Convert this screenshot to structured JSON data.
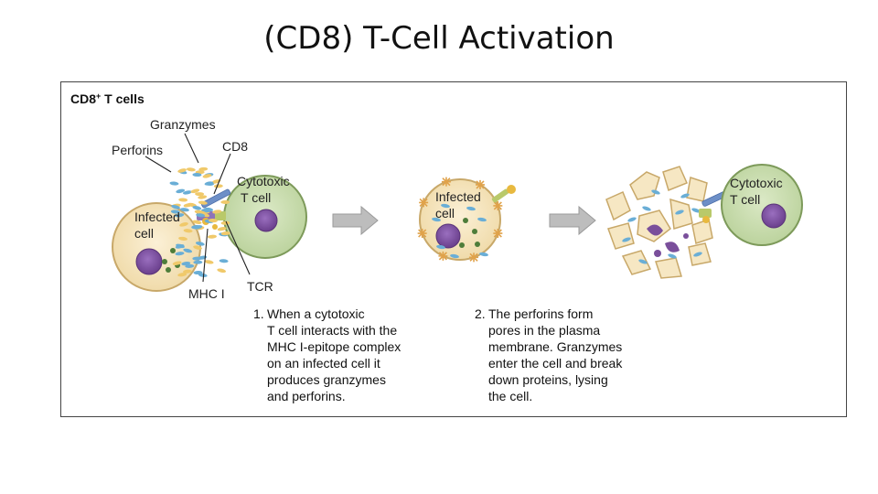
{
  "slide": {
    "title": "(CD8) T-Cell Activation"
  },
  "figure": {
    "heading_main": "CD8",
    "heading_sup": "+",
    "heading_rest": " T cells",
    "labels": {
      "granzymes": "Granzymes",
      "perforins": "Perforins",
      "cd8": "CD8",
      "cytotoxic_line1": "Cytotoxic",
      "cytotoxic_line2": "T cell",
      "infected_line1": "Infected",
      "infected_line2": "cell",
      "tcr": "TCR",
      "mhc": "MHC I"
    },
    "step1": {
      "number": "1.",
      "lines": [
        "When a cytotoxic",
        "T cell interacts with the",
        "MHC I-epitope complex",
        "on an infected cell it",
        "produces granzymes",
        "and perforins."
      ]
    },
    "step2": {
      "number": "2.",
      "lines": [
        "The perforins form",
        "pores in the plasma",
        "membrane. Granzymes",
        "enter the cell and break",
        "down proteins, lysing",
        "the cell."
      ]
    },
    "colors": {
      "tcell_fill": "#c9ddb0",
      "tcell_stroke": "#7d9a5a",
      "infected_fill": "#f6e7c3",
      "infected_stroke": "#c8a869",
      "nucleus": "#7a4f9b",
      "granzyme": "#6aaed6",
      "perforin": "#f0c96a",
      "arrow": "#b5b5b5"
    }
  }
}
